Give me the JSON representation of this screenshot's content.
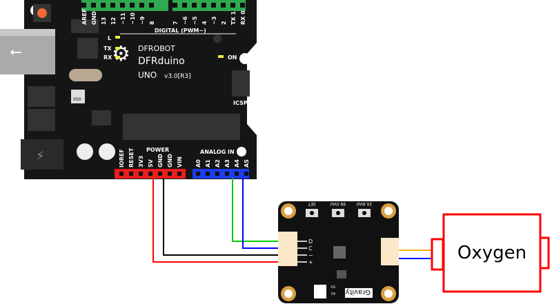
{
  "arduino": {
    "brand": "DFROBOT",
    "model": "DFRduino",
    "uno": "UNO",
    "version": "v3.0[R3]",
    "digital_header_label": "DIGITAL (PWM~)",
    "digital_pins": [
      "AREF",
      "GND",
      "13",
      "12",
      "~11",
      "~10",
      "~9",
      "8",
      "7",
      "~6",
      "~5",
      "4",
      "~3",
      "2",
      "TX 1",
      "RX 0"
    ],
    "power_label": "POWER",
    "power_pins": [
      "IOREF",
      "RESET",
      "3V3",
      "5V",
      "GND",
      "GND",
      "VIN"
    ],
    "analog_label": "ANALOG IN",
    "analog_pins": [
      "A0",
      "A1",
      "A2",
      "A3",
      "A4",
      "A5"
    ],
    "led_l": "L",
    "led_tx": "TX",
    "led_rx": "RX",
    "led_on": "ON",
    "icsp": "ICSP",
    "fuse": "050"
  },
  "sensor_board": {
    "buttons": [
      "SET",
      "99.5Vol",
      "20.9Vol"
    ],
    "pins": [
      "D",
      "C",
      "−",
      "+"
    ],
    "logo": "Gravity",
    "switch_labels": [
      "5V",
      "A1"
    ]
  },
  "probe": {
    "label": "Oxygen"
  },
  "colors": {
    "vcc": "#ff0000",
    "gnd": "#000000",
    "sda": "#00cc00",
    "scl": "#0000ff",
    "probe_signal": "#ffb000",
    "probe_border": "#ff0000",
    "power_header": "#ee1c1c",
    "analog_header": "#1c3cee",
    "digital_header": "#2fa84f"
  }
}
